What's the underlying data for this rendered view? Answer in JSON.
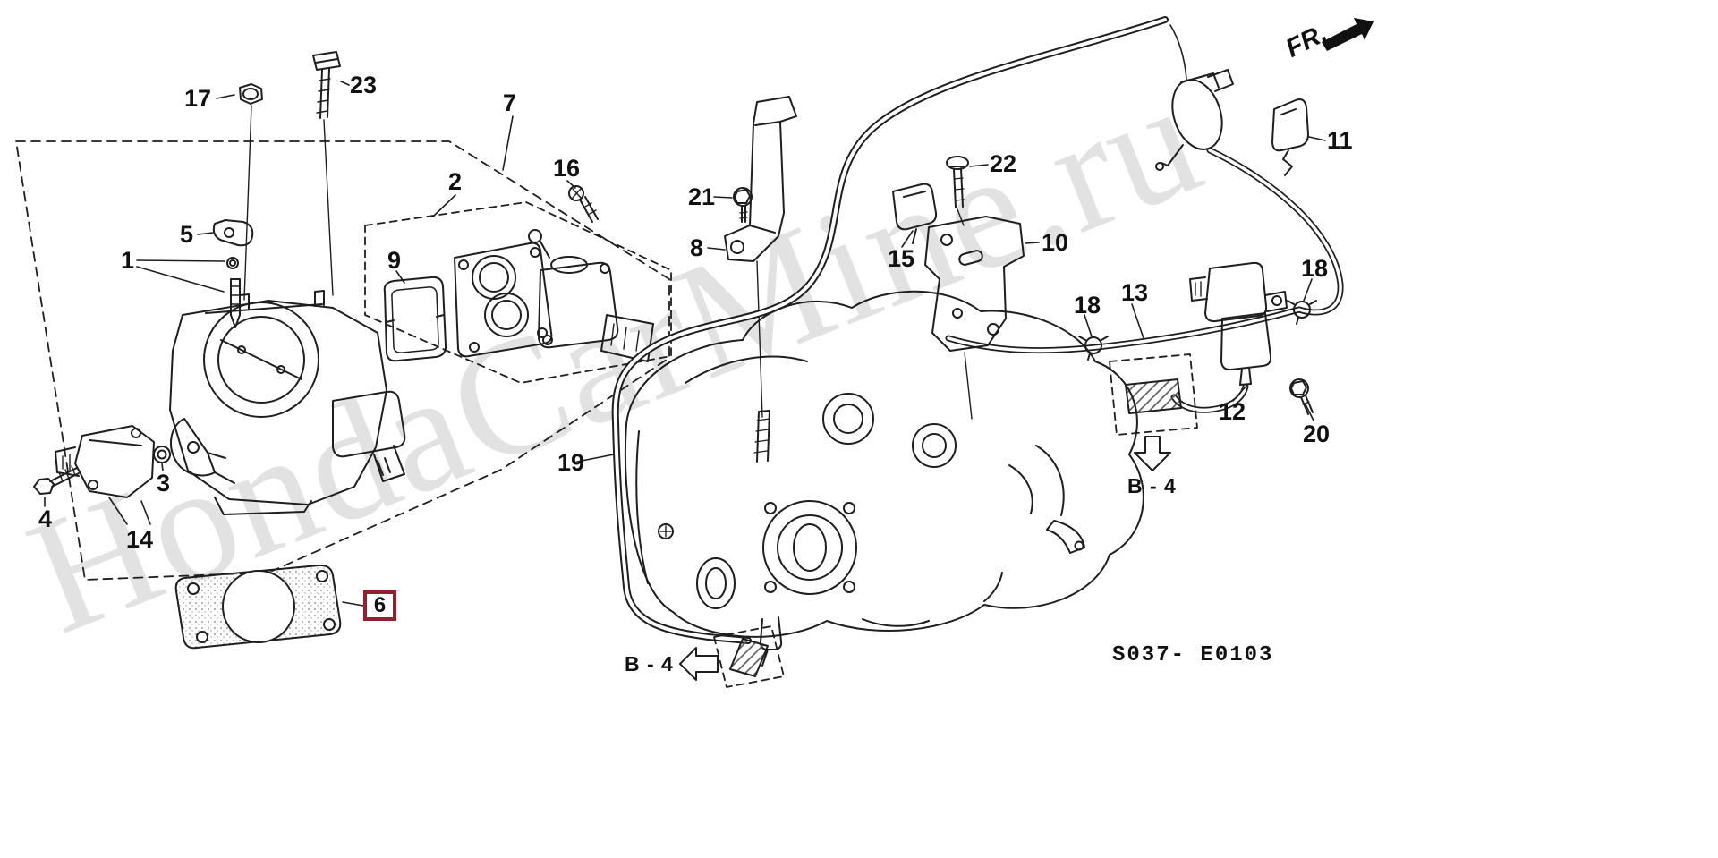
{
  "watermark": {
    "text": "HondaCarMine.ru"
  },
  "fr_indicator": {
    "label": "FR."
  },
  "diagram_code": {
    "text": "S037- E0103"
  },
  "highlighted_callout": {
    "label": "6",
    "box_color": "#93202e"
  },
  "callouts": [
    {
      "label": "17"
    },
    {
      "label": "23"
    },
    {
      "label": "7"
    },
    {
      "label": "2"
    },
    {
      "label": "16"
    },
    {
      "label": "5"
    },
    {
      "label": "1"
    },
    {
      "label": "9"
    },
    {
      "label": "21"
    },
    {
      "label": "8"
    },
    {
      "label": "22"
    },
    {
      "label": "15"
    },
    {
      "label": "10"
    },
    {
      "label": "11"
    },
    {
      "label": "18"
    },
    {
      "label": "13"
    },
    {
      "label": "18"
    },
    {
      "label": "12"
    },
    {
      "label": "20"
    },
    {
      "label": "4"
    },
    {
      "label": "3"
    },
    {
      "label": "14"
    },
    {
      "label": "19"
    }
  ],
  "references": [
    {
      "label": "B - 4"
    },
    {
      "label": "B - 4"
    }
  ]
}
